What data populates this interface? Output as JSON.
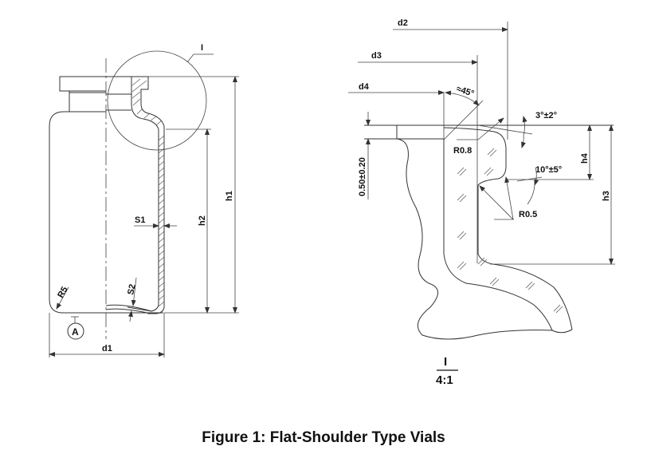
{
  "figure": {
    "caption": "Figure 1: Flat-Shoulder Type Vials"
  },
  "overview": {
    "detail_marker": "I",
    "datum_label": "A",
    "dimensions": {
      "d1": "d1",
      "h1": "h1",
      "h2": "h2",
      "s1": "S1",
      "s2": "S2",
      "r5": "R5"
    }
  },
  "detail": {
    "title": "I",
    "scale": "4:1",
    "dimensions": {
      "d2": "d2",
      "d3": "d3",
      "d4": "d4",
      "h3": "h3",
      "h4": "h4",
      "angle_45": "≈45°",
      "angle_3": "3°±2°",
      "angle_10": "10°±5°",
      "r08": "R0.8",
      "r05": "R0.5",
      "lip_thickness": "0.50±0.20"
    }
  }
}
